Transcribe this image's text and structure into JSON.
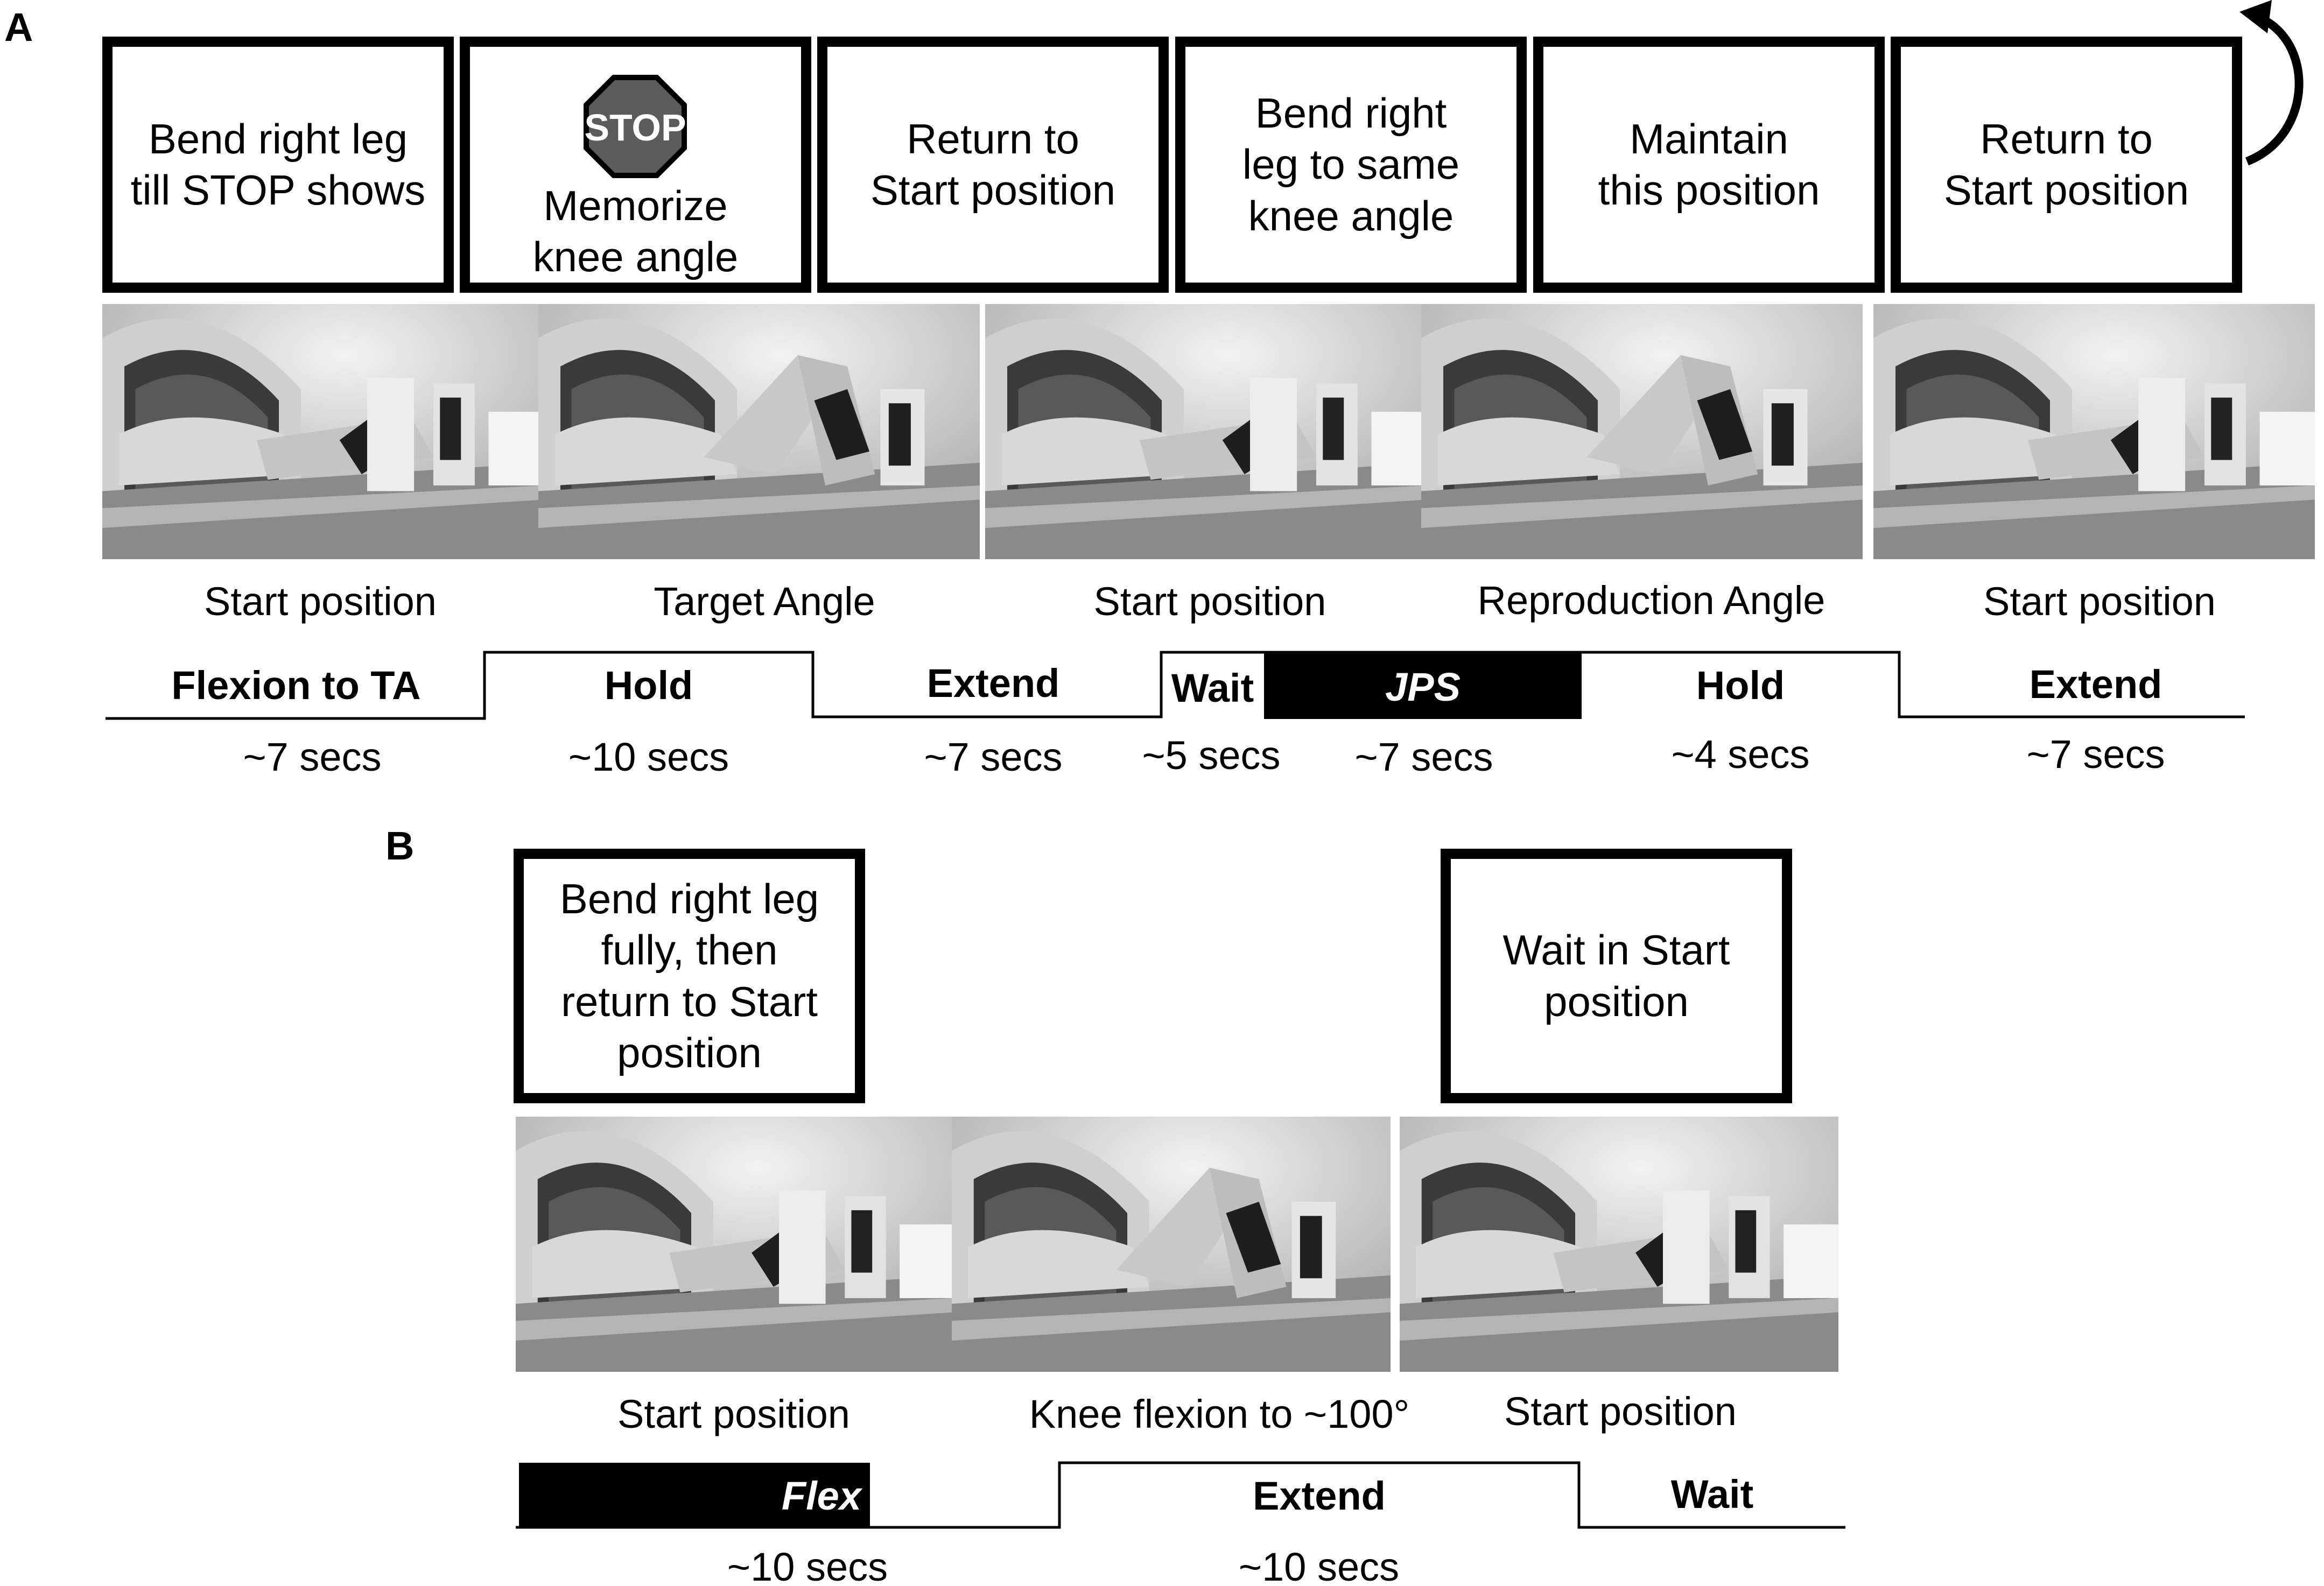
{
  "panel_a": {
    "label": "A",
    "boxes": [
      {
        "lines": [
          "Bend right leg",
          "till STOP shows"
        ]
      },
      {
        "lines": [
          "Memorize",
          "knee angle"
        ],
        "icon": "stop-sign-icon",
        "icon_text": "STOP"
      },
      {
        "lines": [
          "Return to",
          "Start position"
        ]
      },
      {
        "lines": [
          "Bend right",
          "leg to same",
          "knee angle"
        ]
      },
      {
        "lines": [
          "Maintain",
          "this position"
        ]
      },
      {
        "lines": [
          "Return to",
          "Start position"
        ]
      }
    ],
    "loop_icon": "curved-return-arrow-icon",
    "photos": [
      {
        "pose": "extended"
      },
      {
        "pose": "flexed"
      },
      {
        "pose": "extended"
      },
      {
        "pose": "flexed"
      },
      {
        "pose": "extended"
      }
    ],
    "captions": [
      "Start position",
      "Target Angle",
      "Start position",
      "Reproduction Angle",
      "Start position"
    ],
    "phases": [
      {
        "label": "Flexion to TA",
        "duration": "~7 secs"
      },
      {
        "label": "Hold",
        "duration": "~10 secs"
      },
      {
        "label": "Extend",
        "duration": "~7 secs"
      },
      {
        "label": "Wait",
        "duration": "~5 secs"
      },
      {
        "label": "JPS",
        "duration": "~7 secs",
        "highlighted": true
      },
      {
        "label": "Hold",
        "duration": "~4 secs"
      },
      {
        "label": "Extend",
        "duration": "~7 secs"
      }
    ]
  },
  "panel_b": {
    "label": "B",
    "boxes": [
      {
        "lines": [
          "Bend right leg",
          "fully, then",
          "return to Start",
          "position"
        ]
      },
      {
        "lines": [
          "Wait in Start",
          "position"
        ]
      }
    ],
    "photos": [
      {
        "pose": "extended"
      },
      {
        "pose": "flexed"
      },
      {
        "pose": "extended"
      }
    ],
    "captions": [
      "Start position",
      "Knee flexion to ~100°",
      "Start position"
    ],
    "phases": [
      {
        "label": "Flex",
        "duration": "~10 secs",
        "highlighted": true
      },
      {
        "label": "Extend",
        "duration": "~10 secs"
      },
      {
        "label": "Wait",
        "duration": ""
      }
    ]
  }
}
